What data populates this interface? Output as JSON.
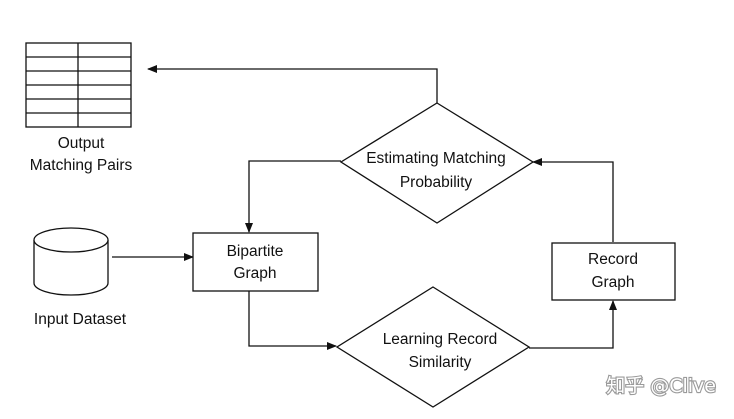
{
  "nodes": {
    "output": {
      "line1": "Output",
      "line2": "Matching Pairs"
    },
    "input": {
      "label": "Input Dataset"
    },
    "bipartite": {
      "line1": "Bipartite",
      "line2": "Graph"
    },
    "record": {
      "line1": "Record",
      "line2": "Graph"
    },
    "estimating": {
      "line1": "Estimating Matching",
      "line2": "Probability"
    },
    "learning": {
      "line1": "Learning Record",
      "line2": "Similarity"
    }
  },
  "watermark": "知乎 @Clive"
}
